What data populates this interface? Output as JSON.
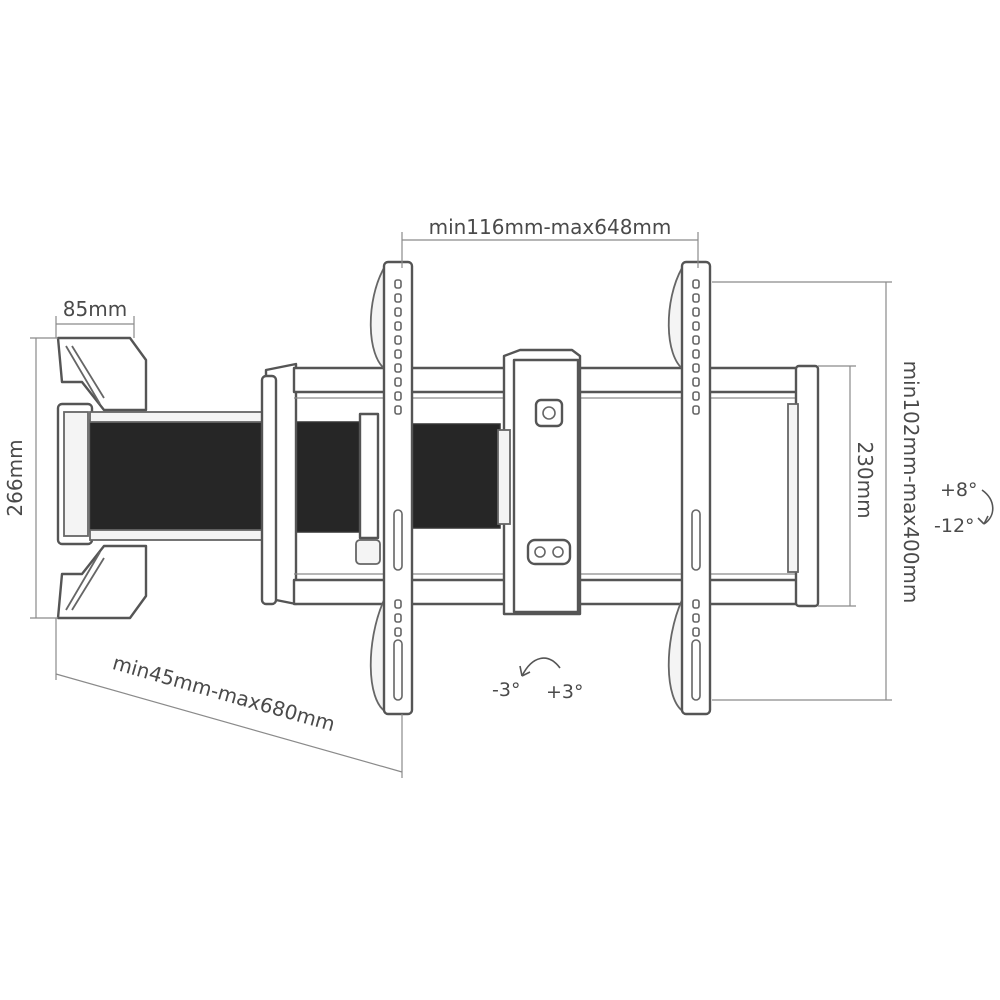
{
  "diagram": {
    "dimensions": {
      "vesa_width": "min116mm-max648mm",
      "wall_plate_width": "85mm",
      "wall_plate_height": "266mm",
      "profile": "min45mm-max680mm",
      "bracket_height": "230mm",
      "vesa_height": "min102mm-max400mm"
    },
    "tilt": {
      "up": "+8°",
      "down": "-12°"
    },
    "level_adjust": {
      "left": "-3°",
      "right": "+3°"
    }
  }
}
